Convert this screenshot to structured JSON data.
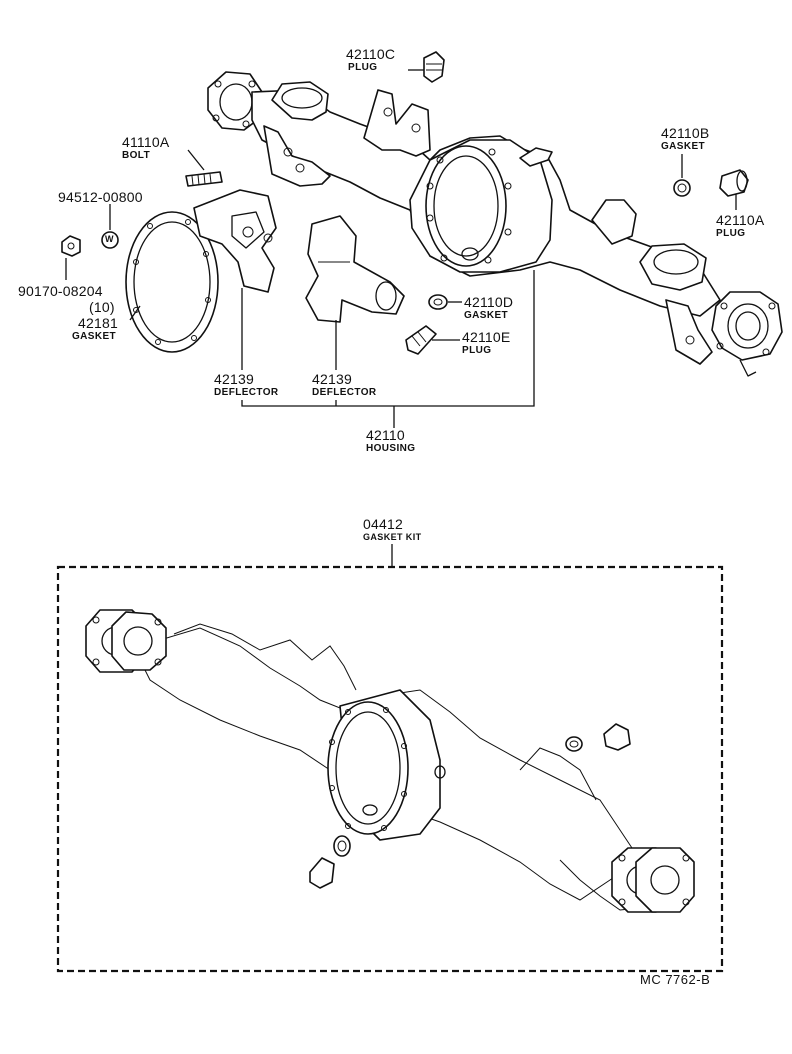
{
  "parts": {
    "plug_c": {
      "number": "42110C",
      "name": "PLUG"
    },
    "bolt": {
      "number": "41110A",
      "name": "BOLT"
    },
    "washer": {
      "number": "94512-00800",
      "symbol": "W"
    },
    "nut": {
      "number": "90170-08204",
      "qty": "(10)"
    },
    "gasket_cover": {
      "number": "42181",
      "name": "GASKET"
    },
    "gasket_b": {
      "number": "42110B",
      "name": "GASKET"
    },
    "plug_a": {
      "number": "42110A",
      "name": "PLUG"
    },
    "gasket_d": {
      "number": "42110D",
      "name": "GASKET"
    },
    "plug_e": {
      "number": "42110E",
      "name": "PLUG"
    },
    "deflector_left": {
      "number": "42139",
      "name": "DEFLECTOR"
    },
    "deflector_right": {
      "number": "42139",
      "name": "DEFLECTOR"
    },
    "housing": {
      "number": "42110",
      "name": "HOUSING"
    },
    "gasket_kit": {
      "number": "04412",
      "name": "GASKET KIT"
    }
  },
  "reference": "MC 7762-B"
}
